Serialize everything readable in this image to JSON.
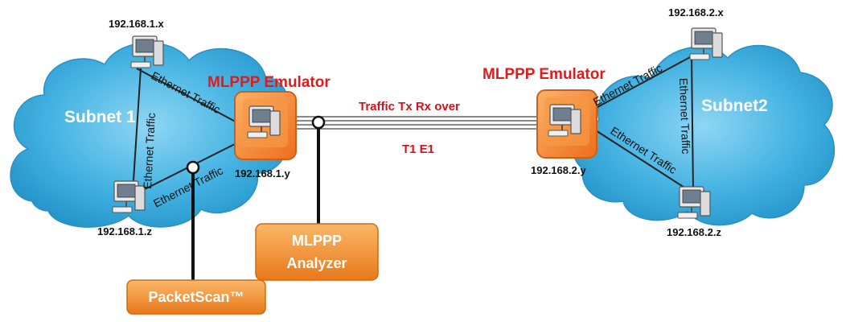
{
  "subnets": {
    "left": {
      "label": "Subnet 1"
    },
    "right": {
      "label": "Subnet2"
    }
  },
  "hosts": {
    "left_x": "192.168.1.x",
    "left_z": "192.168.1.z",
    "left_y": "192.168.1.y",
    "right_x": "192.168.2.x",
    "right_z": "192.168.2.z",
    "right_y": "192.168.2.y"
  },
  "emulators": {
    "left": "MLPPP Emulator",
    "right": "MLPPP Emulator"
  },
  "links": {
    "ethernet": "Ethernet Traffic",
    "wan_line1": "Traffic Tx Rx over",
    "wan_line2": "T1 E1"
  },
  "tools": {
    "analyzer_line1": "MLPPP",
    "analyzer_line2": "Analyzer",
    "packetscan": "PacketScan™"
  },
  "colors": {
    "cloud": "#3aa8dd",
    "orange": "#f08a24",
    "emulator_text": "#e11b1b",
    "wan_text": "#d3121a"
  }
}
